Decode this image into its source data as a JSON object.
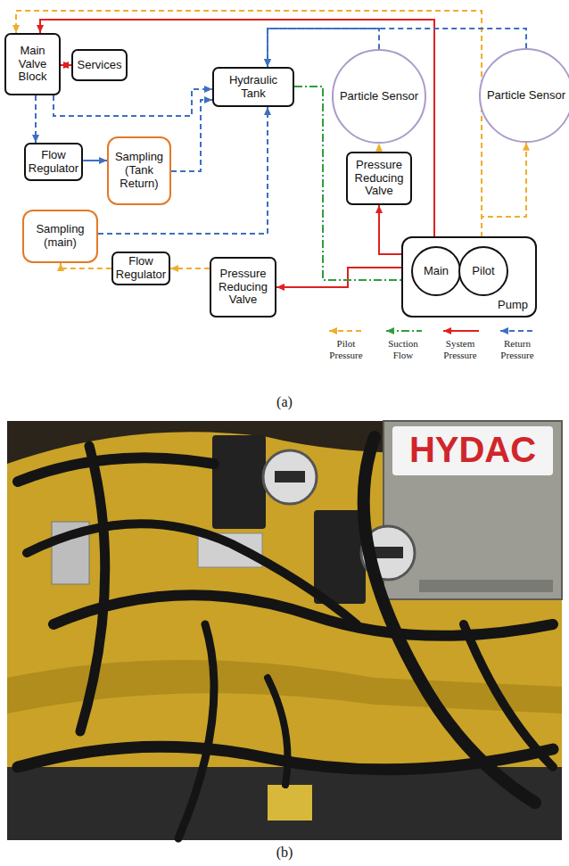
{
  "diagram": {
    "nodes": [
      {
        "text": [
          "Main Valve Block"
        ]
      },
      {
        "text": [
          "Services"
        ]
      },
      {
        "text": [
          "Hydraulic Tank"
        ]
      },
      {
        "text": [
          "Particle Sensor"
        ]
      },
      {
        "text": [
          "Particle Sensor"
        ]
      },
      {
        "text": [
          "Flow Regulator"
        ]
      },
      {
        "text": [
          "Sampling (Tank Return)"
        ]
      },
      {
        "text": [
          "Pressure Reducing Valve"
        ]
      },
      {
        "text": [
          "Sampling (main)"
        ]
      },
      {
        "text": [
          "Pump"
        ]
      },
      {
        "text": [
          "Main"
        ],
        "in": 9
      },
      {
        "text": [
          "Pilot"
        ],
        "in": 9
      },
      {
        "text": [
          "Flow Regulator"
        ]
      },
      {
        "text": [
          "Pressure Reducing Valve"
        ]
      }
    ],
    "edges": [
      {
        "from": 0,
        "to": 1,
        "arrow": "both"
      },
      {
        "from": 10,
        "to": 0,
        "arrow": "to"
      },
      {
        "from": 11,
        "to": 0,
        "arrow": "to"
      },
      {
        "from": 11,
        "to": 4,
        "arrow": "to"
      },
      {
        "from": 4,
        "to": 2,
        "arrow": "to"
      },
      {
        "from": 3,
        "to": 2,
        "arrow": "to"
      },
      {
        "from": 7,
        "to": 3,
        "arrow": "to"
      },
      {
        "from": 10,
        "to": 7,
        "arrow": "to"
      },
      {
        "from": 10,
        "to": 13,
        "arrow": "to"
      },
      {
        "from": 13,
        "to": 12,
        "arrow": "to"
      },
      {
        "from": 12,
        "to": 8,
        "arrow": "to"
      },
      {
        "from": 2,
        "to": 10,
        "arrow": "to"
      },
      {
        "from": 0,
        "to": 5,
        "arrow": "to"
      },
      {
        "from": 0,
        "to": 2,
        "arrow": "to"
      },
      {
        "from": 5,
        "to": 6,
        "arrow": "to"
      },
      {
        "from": 6,
        "to": 2,
        "arrow": "to"
      },
      {
        "from": 8,
        "to": 2,
        "arrow": "to"
      }
    ],
    "labels": [
      "(a)",
      "HYDAC",
      "(b)"
    ],
    "legend": [
      {
        "text": "Pilot Pressure"
      },
      {
        "text": "Suction Flow"
      },
      {
        "text": "System Pressure"
      },
      {
        "text": "Return Pressure"
      }
    ]
  }
}
